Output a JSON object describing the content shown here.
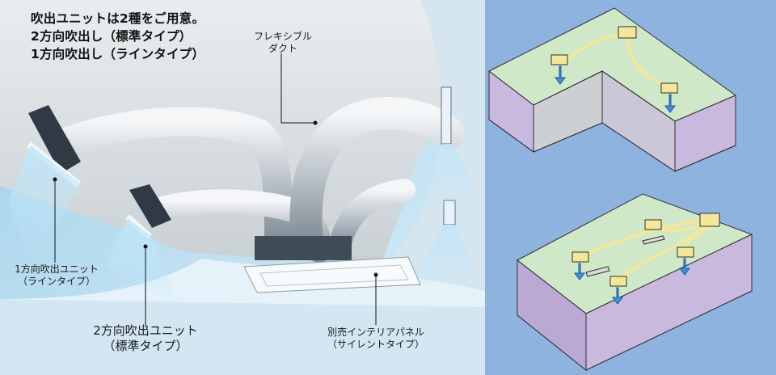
{
  "headline": {
    "line1": "吹出ユニットは2種をご用意。",
    "line2": "2方向吹出し（標準タイプ）",
    "line3": "1方向吹出し（ラインタイプ）"
  },
  "labels": {
    "flexible_duct": {
      "line1": "フレキシブル",
      "line2": "ダクト"
    },
    "one_way_unit": {
      "line1": "1方向吹出ユニット",
      "line2": "（ラインタイプ）"
    },
    "two_way_unit": {
      "line1": "2方向吹出ユニット",
      "line2": "（標準タイプ）"
    },
    "interior_panel": {
      "line1": "別売インテリアパネル",
      "line2": "（サイレントタイプ）"
    }
  },
  "colors": {
    "ceiling": "#dde3e6",
    "wall": "#bfe1f2",
    "panel_bg": "#8fb3df",
    "box_top": "#cfe8c8",
    "box_floor": "#c9b9df",
    "duct": "#f3e79a",
    "arrow": "#3f8fe0"
  }
}
